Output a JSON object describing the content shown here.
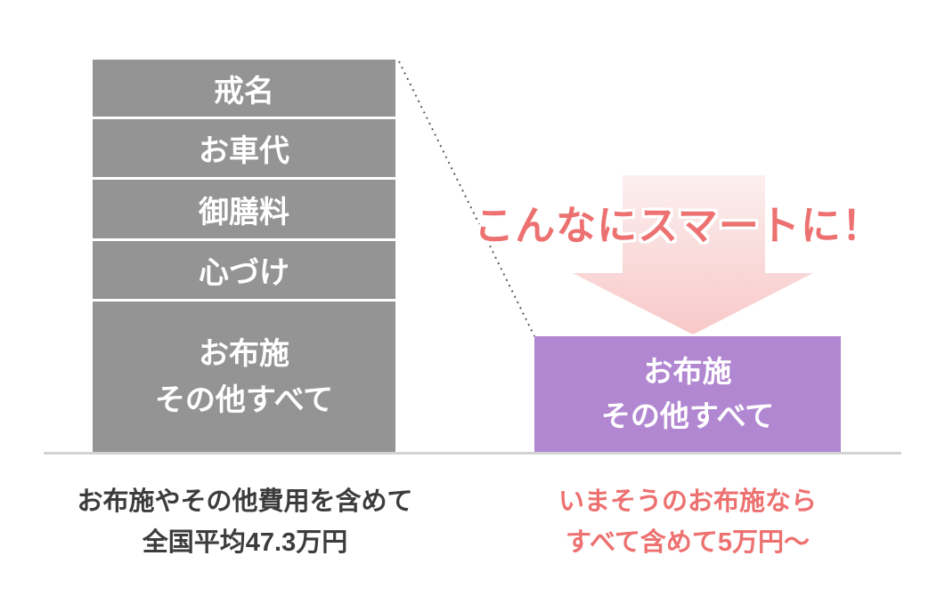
{
  "left_column": {
    "items": [
      "戒名",
      "お車代",
      "御膳料",
      "心づけ"
    ],
    "big_box": {
      "line1": "お布施",
      "line2": "その他すべて"
    },
    "caption": {
      "line1": "お布施やその他費用を含めて",
      "line2": "全国平均47.3万円"
    }
  },
  "right_column": {
    "headline": "こんなにスマートに！",
    "box": {
      "line1": "お布施",
      "line2": "その他すべて"
    },
    "caption": {
      "line1": "いまそうのお布施なら",
      "line2": "すべて含めて5万円～"
    }
  },
  "colors": {
    "stack_gray": "#949494",
    "highlight_purple": "#B187D1",
    "accent_red": "#EC7170",
    "arrow_pink_top": "#FCEFEF",
    "arrow_pink_bottom": "#F8C8C8",
    "baseline_gray": "#D3D3D3",
    "caption_dark": "#3C3C3C"
  }
}
